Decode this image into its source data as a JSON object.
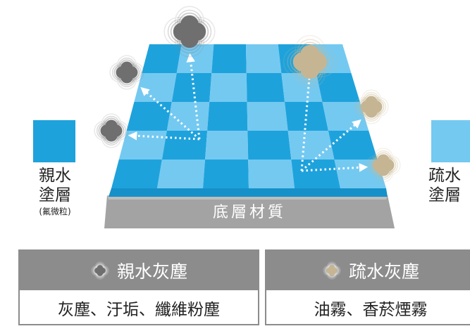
{
  "substrate_label": "底層材質",
  "left_label": {
    "line1": "親水",
    "line2": "塗層",
    "note": "(氟微粒)"
  },
  "right_label": {
    "line1": "疏水",
    "line2": "塗層"
  },
  "panel_left": {
    "title": "親水灰塵",
    "desc": "灰塵、汙垢、纖維粉塵"
  },
  "panel_right": {
    "title": "疏水灰塵",
    "desc": "油霧、香菸煙霧"
  },
  "colors": {
    "dark_tile": "#1ea2dc",
    "light_tile": "#74c9f1",
    "substrate": "#9e9e9e",
    "grey_particle": "#6f6f6f",
    "tan_particle": "#c6b593",
    "panel_header": "#8c8c8c"
  },
  "icons": {
    "grey_particle": "grey-particle-icon",
    "tan_particle": "tan-particle-icon",
    "arrow": "arrow-icon"
  }
}
